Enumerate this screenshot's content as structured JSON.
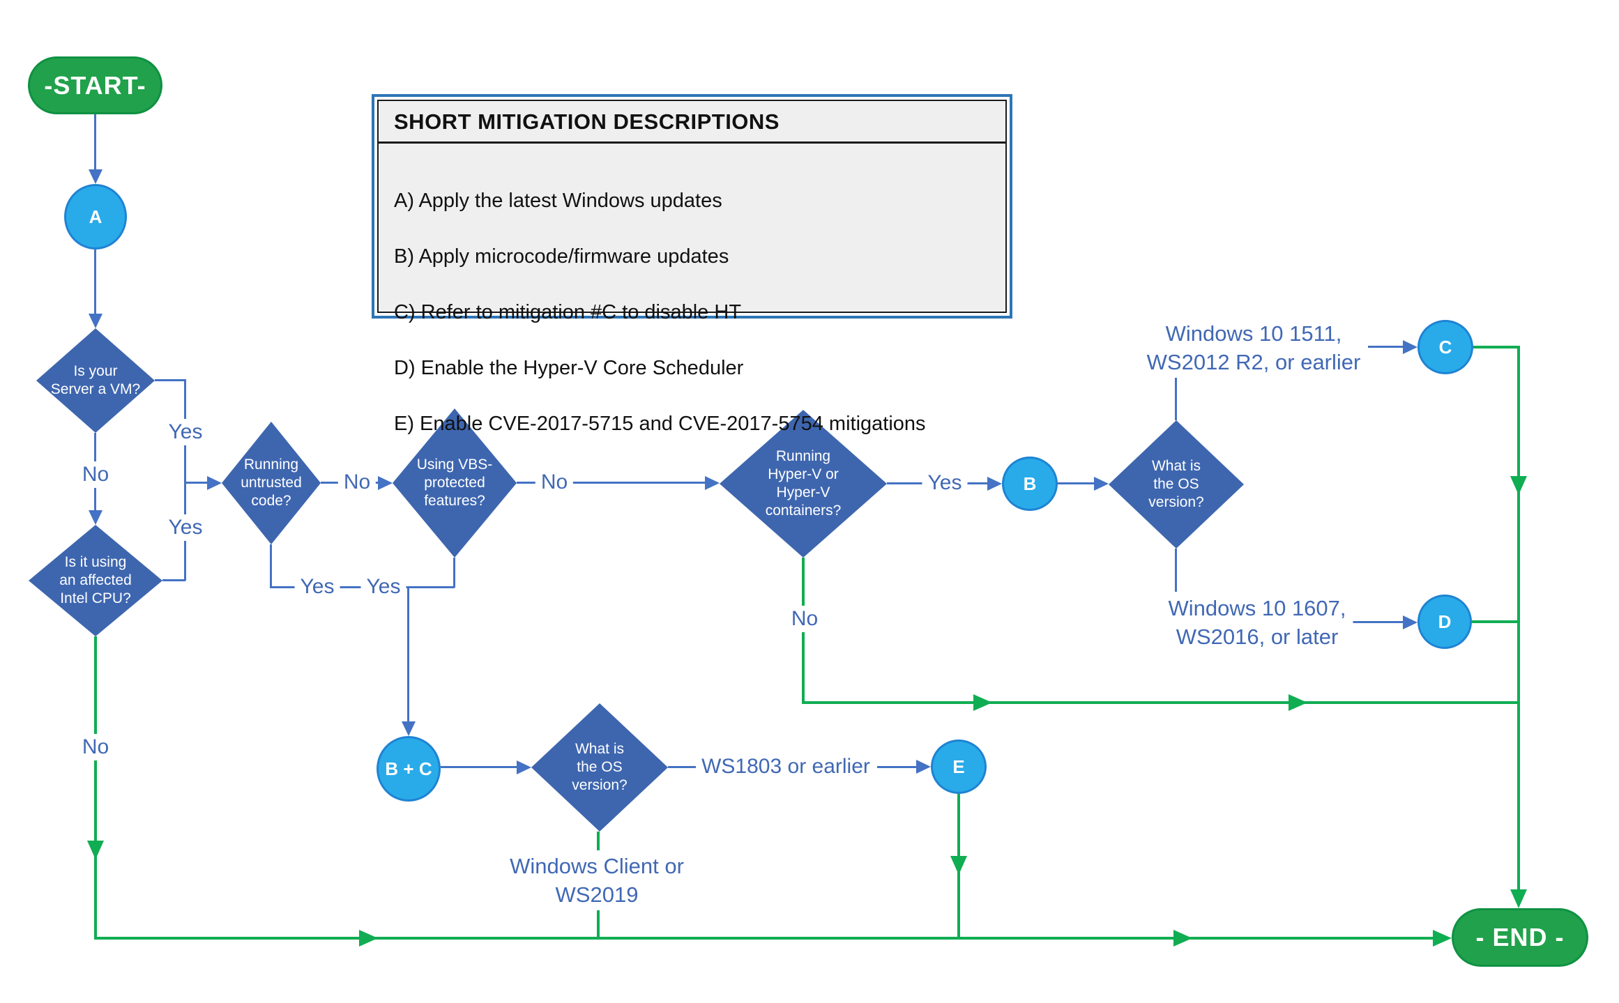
{
  "colors": {
    "terminator_green": "#21a14b",
    "terminator_border": "#0f9143",
    "flow_green_line": "#10ad52",
    "decision_blue": "#3e66af",
    "mitigation_circle_blue": "#29abe9",
    "circle_border_blue": "#1e83d3",
    "connector_blue": "#4472c4",
    "label_text_blue": "#4068b4",
    "legend_border_blue": "#2e75b6",
    "legend_background": "#efefef"
  },
  "terminators": {
    "start_label": "-START-",
    "end_label": "- END -"
  },
  "legend": {
    "title": "SHORT MITIGATION DESCRIPTIONS",
    "items": [
      "A) Apply the latest Windows updates",
      "B) Apply microcode/firmware updates",
      "C) Refer to mitigation #C to disable HT",
      "D) Enable the Hyper-V Core Scheduler",
      "E)  Enable CVE-2017-5715 and CVE-2017-5754 mitigations"
    ]
  },
  "nodes": {
    "circle_a": "A",
    "circle_b": "B",
    "circle_c": "C",
    "circle_d": "D",
    "circle_e": "E",
    "circle_bc": "B + C",
    "is_vm": "Is your\nServer a VM?",
    "intel_cpu": "Is it using\nan affected\nIntel CPU?",
    "untrusted_code": "Running\nuntrusted\ncode?",
    "vbs_features": "Using VBS-\nprotected\nfeatures?",
    "hyperv": "Running\nHyper-V or\nHyper-V\ncontainers?",
    "os_version_top": "What is\nthe OS\nversion?",
    "os_version_low": "What is\nthe OS\nversion?"
  },
  "labels": {
    "yes_vm": "Yes",
    "yes_cpu": "Yes",
    "no_vm": "No",
    "no_untrusted": "No",
    "no_vbs": "No",
    "yes_untrusted": "Yes",
    "yes_vbs": "Yes",
    "yes_hyperv": "Yes",
    "no_hyperv": "No",
    "no_cpu_bottom": "No",
    "win_1511": "Windows 10 1511,\nWS2012 R2, or earlier",
    "win_1607": "Windows 10 1607,\nWS2016, or later",
    "ws_1803": "WS1803 or earlier",
    "win_client": "Windows Client or\nWS2019"
  }
}
